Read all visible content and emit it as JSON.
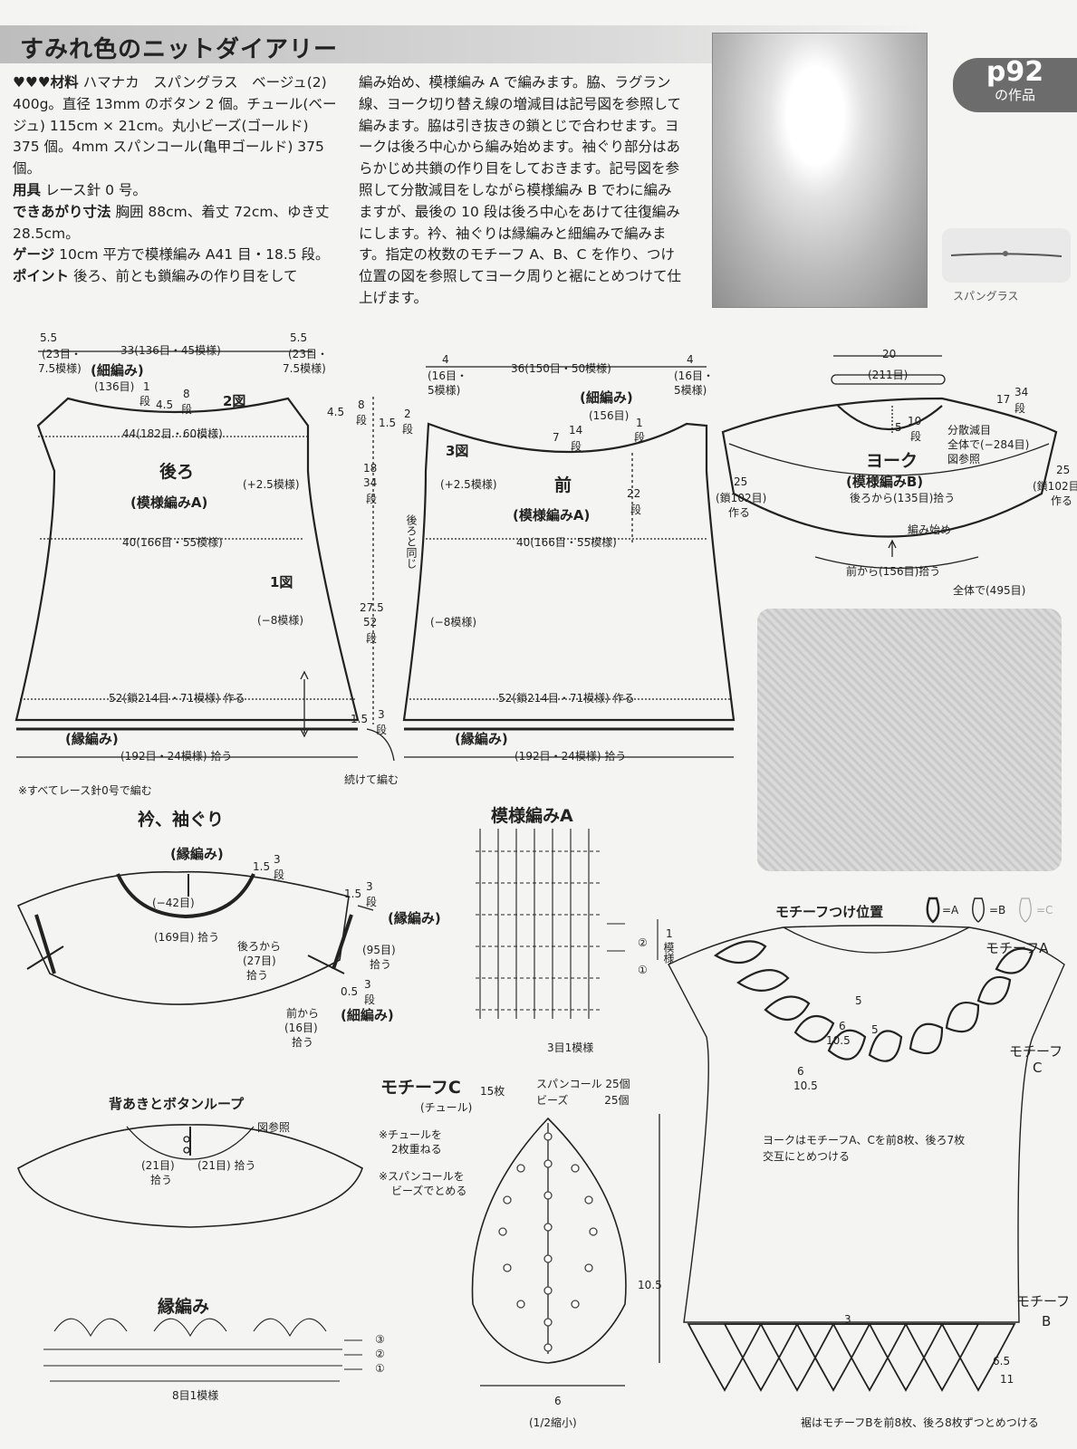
{
  "header": {
    "title": "すみれ色のニットダイアリー",
    "page_badge": "p92",
    "page_badge_sub": "の作品",
    "yarn_label": "スパングラス"
  },
  "materials": {
    "line1_head": "♥♥♥材料",
    "line1": "ハマナカ　スパングラス　ベージュ(2) 400g。直径 13mm のボタン 2 個。チュール(ベージュ) 115cm × 21cm。丸小ビーズ(ゴールド) 375 個。4mm スパンコール(亀甲ゴールド) 375 個。",
    "tools_head": "用具",
    "tools": "レース針 0 号。",
    "size_head": "できあがり寸法",
    "size": "胸囲 88cm、着丈 72cm、ゆき丈 28.5cm。",
    "gauge_head": "ゲージ",
    "gauge": "10cm 平方で模様編み A41 目・18.5 段。",
    "point_head": "ポイント",
    "point": "後ろ、前とも鎖編みの作り目をして"
  },
  "instructions": "編み始め、模様編み A で編みます。脇、ラグラン線、ヨーク切り替え線の増減目は記号図を参照して編みます。脇は引き抜きの鎖とじで合わせます。ヨークは後ろ中心から編み始めます。袖ぐり部分はあらかじめ共鎖の作り目をしておきます。記号図を参照して分散減目をしながら模様編み B でわに編みますが、最後の 10 段は後ろ中心をあけて往復編みにします。衿、袖ぐりは縁編みと細編みで編みます。指定の枚数のモチーフ A、B、C を作り、つけ位置の図を参照してヨーク周りと裾にとめつけて仕上げます。",
  "back": {
    "shoulder_l": "5.5",
    "shoulder_l2": "(23目・",
    "shoulder_l3": "7.5模様)",
    "top": "33(136目・45模様)",
    "shoulder_r": "5.5",
    "shoulder_r2": "(23目・",
    "shoulder_r3": "7.5模様)",
    "neck_edge": "(細編み)",
    "neck_count": "(136目)",
    "d1": "1",
    "d1u": "段",
    "d2": "4.5",
    "d3": "8",
    "d3u": "段",
    "fig2": "2図",
    "bust": "44(182目・60模様)",
    "name": "後ろ",
    "pattern": "(模様編みA)",
    "inc": "(+2.5模様)",
    "waist": "40(166目・55模様)",
    "fig1": "1図",
    "dec": "(−8模様)",
    "hem": "52(鎖214目・71模様) 作る",
    "edge": "(縁編み)",
    "pick": "(192目・24模様) 拾う"
  },
  "center": {
    "a": "4.5",
    "b": "8",
    "bu": "段",
    "c": "1.5",
    "d": "2",
    "du": "段",
    "e": "18",
    "f": "34",
    "fu": "段",
    "same": "後ろと同じ",
    "g": "27.5",
    "h": "52",
    "hu": "段",
    "i": "1.5",
    "j": "3",
    "ju": "段",
    "cont": "続けて編む"
  },
  "front": {
    "sl": "4",
    "sl2": "(16目・",
    "sl3": "5模様)",
    "top": "36(150目・50模様)",
    "sr": "4",
    "sr2": "(16目・",
    "sr3": "5模様)",
    "neck_edge": "(細編み)",
    "neck_count": "(156目)",
    "n1": "1",
    "n1u": "段",
    "n2": "7",
    "n3": "14",
    "n3u": "段",
    "fig3": "3図",
    "inc": "(+2.5模様)",
    "side": "22",
    "sideu": "段",
    "name": "前",
    "pattern": "(模様編みA)",
    "waist": "40(166目・55模様)",
    "dec": "(−8模様)",
    "hem": "52(鎖214目・71模様) 作る",
    "edge": "(縁編み)",
    "pick": "(192目・24模様) 拾う"
  },
  "yoke": {
    "top": "20",
    "top2": "(211目)",
    "r1": "17",
    "r2": "34",
    "r2u": "段",
    "h1": "5",
    "h2": "10",
    "h2u": "段",
    "dist": "分散減目",
    "dist2": "全体で(−284目)",
    "dist3": "図参照",
    "name": "ヨーク",
    "pattern": "(模様編みB)",
    "back_pick": "後ろから(135目)拾う",
    "l1": "25",
    "l2": "(鎖102目)",
    "l3": "作る",
    "rr1": "25",
    "rr2": "(鎖102目)",
    "rr3": "作る",
    "start": "編み始め",
    "front_pick": "前から(156目)拾う",
    "total": "全体で(495目)"
  },
  "all_needle_note": "※すべてレース針0号で編む",
  "collar": {
    "title": "衿、袖ぐり",
    "edge1": "(縁編み)",
    "v1": "1.5",
    "v1b": "3",
    "v1u": "段",
    "minus": "(−42目)",
    "v2": "1.5",
    "v2b": "3",
    "v2u": "段",
    "edge2": "(縁編み)",
    "pick169": "(169目) 拾う",
    "back27": "後ろから",
    "back27b": "(27目)",
    "back27c": "拾う",
    "p95": "(95目)",
    "p95b": "拾う",
    "v3": "0.5",
    "v3b": "3",
    "v3u": "段",
    "sc": "(細編み)",
    "front16": "前から",
    "front16b": "(16目)",
    "front16c": "拾う"
  },
  "pattern_a": {
    "title": "模様編みA",
    "row2": "②",
    "row1": "①",
    "rep": "1",
    "repu": "模様",
    "base": "3目1模様"
  },
  "back_opening": {
    "title": "背あきとボタンループ",
    "ref": "図参照",
    "l": "(21目)",
    "lp": "拾う",
    "r": "(21目) 拾う"
  },
  "motif_c": {
    "title": "モチーフC",
    "count": "15枚",
    "sub": "(チュール)",
    "sequin": "スパンコール 25個",
    "beads": "ビーズ　　　 25個",
    "n1": "※チュールを",
    "n1b": "2枚重ねる",
    "n2": "※スパンコールを",
    "n2b": "ビーズでとめる",
    "height": "10.5",
    "width": "6",
    "scale": "(1/2縮小)"
  },
  "edging": {
    "title": "縁編み",
    "r3": "③",
    "r2": "②",
    "r1": "①",
    "rep": "8目1模様"
  },
  "attach": {
    "title": "モチーフつけ位置",
    "ka": "=A",
    "kb": "=B",
    "kc": "=C",
    "ma": "モチーフA",
    "mc": "モチーフ",
    "mc2": "C",
    "mb": "モチーフ",
    "mb2": "B",
    "d1": "5",
    "d2": "6",
    "d3": "10.5",
    "d4": "5",
    "d5": "6",
    "d6": "10.5",
    "yoke_note": "ヨークはモチーフA、Cを前8枚、後ろ7枚",
    "yoke_note2": "交互にとめつける",
    "h3": "3",
    "h65": "6.5",
    "h11": "11",
    "hem_note": "裾はモチーフBを前8枚、後ろ8枚ずつとめつける"
  }
}
